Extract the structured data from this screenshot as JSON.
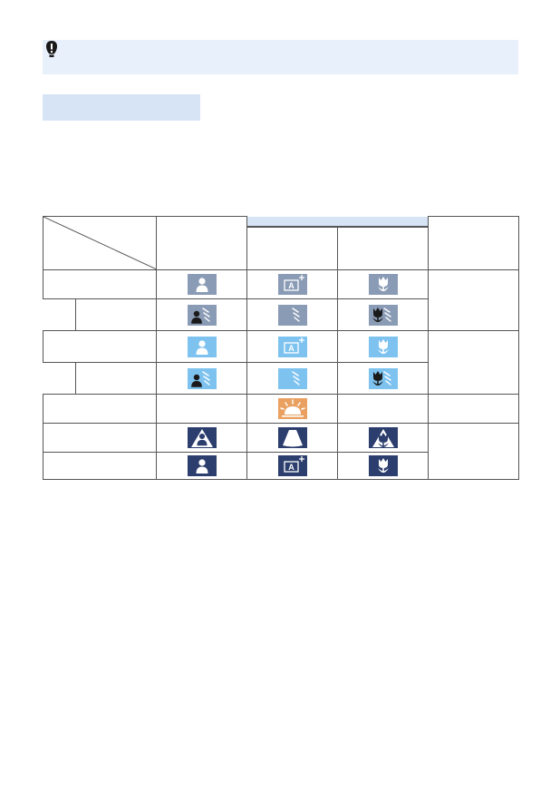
{
  "caution": {
    "icon": "caution-icon"
  },
  "section_header": {
    "label": ""
  },
  "table": {
    "icon_colors": {
      "gray": "#8a9bb5",
      "light_blue": "#7ec3ef",
      "navy": "#2c3e6e",
      "orange": "#e9a060"
    },
    "rows": [
      {
        "icons": [
          "portrait-icon",
          "scene-auto-icon",
          "close-up-icon"
        ],
        "color": "gray"
      },
      {
        "icons": [
          "backlit-portrait-icon",
          "backlit-scene-icon",
          "backlit-close-up-icon"
        ],
        "color": "gray"
      },
      {
        "icons": [
          "portrait-icon",
          "scene-auto-icon",
          "close-up-icon"
        ],
        "color": "light_blue"
      },
      {
        "icons": [
          "backlit-portrait-icon",
          "backlit-scene-icon",
          "backlit-close-up-icon"
        ],
        "color": "light_blue"
      },
      {
        "icons": [
          "sunset-icon"
        ],
        "color": "orange"
      },
      {
        "icons": [
          "tripod-portrait-icon",
          "tripod-scene-icon",
          "tripod-close-up-icon"
        ],
        "color": "navy"
      },
      {
        "icons": [
          "portrait-icon",
          "scene-auto-icon",
          "close-up-icon"
        ],
        "color": "navy"
      }
    ]
  }
}
